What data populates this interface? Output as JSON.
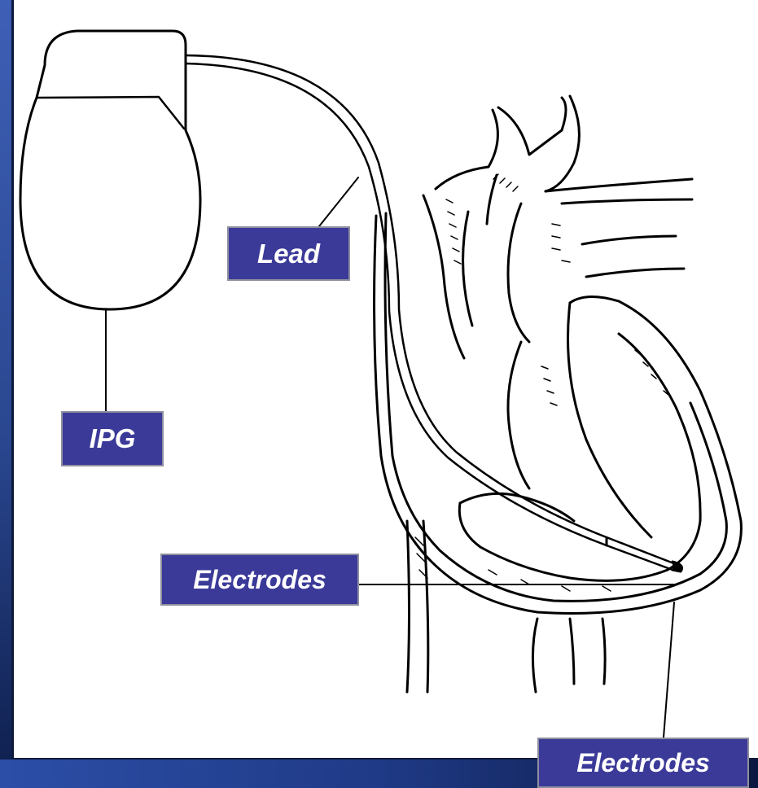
{
  "labels": {
    "lead": "Lead",
    "ipg": "IPG",
    "electrodes_upper": "Electrodes",
    "electrodes_lower": "Electrodes"
  },
  "colors": {
    "label_fill": "#3b3a99",
    "label_border": "#8f8f9f",
    "background": "#2a4790",
    "panel": "#ffffff"
  }
}
